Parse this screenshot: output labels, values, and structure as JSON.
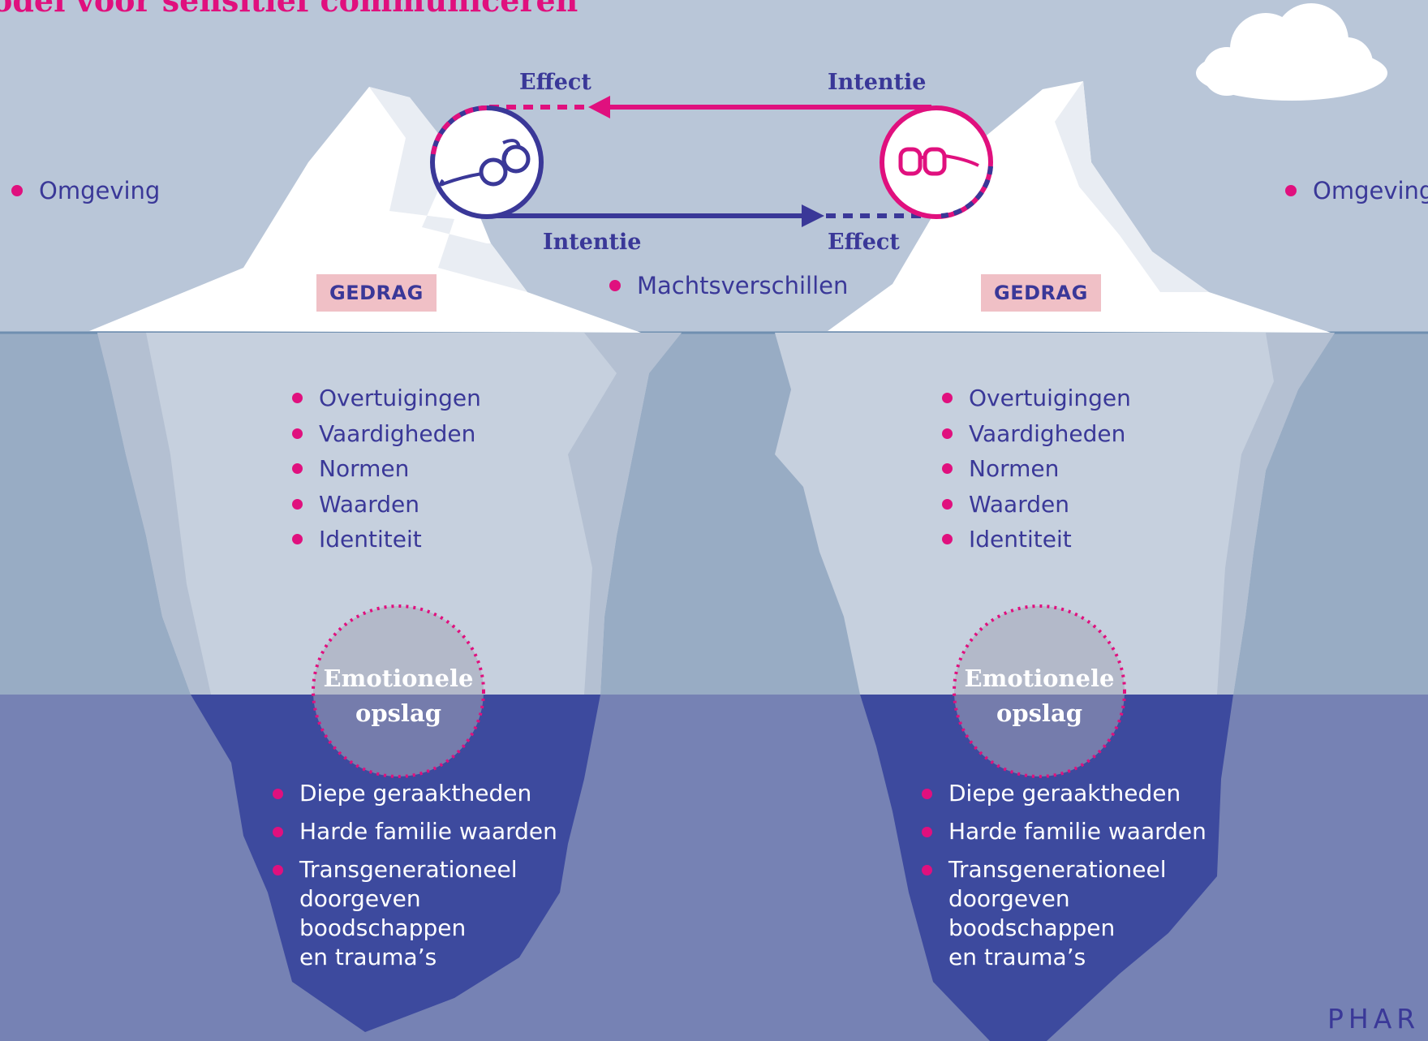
{
  "title": "odel voor sensitief communiceren",
  "arrows": {
    "top_left_label": "Effect",
    "top_right_label": "Intentie",
    "bottom_left_label": "Intentie",
    "bottom_right_label": "Effect"
  },
  "environment": {
    "left": "Omgeving",
    "right": "Omgeving"
  },
  "power": "Machtsverschillen",
  "left": {
    "behavior": "GEDRAG",
    "middle": [
      "Overtuigingen",
      "Vaardigheden",
      "Normen",
      "Waarden",
      "Identiteit"
    ],
    "emotion": [
      "Emotionele",
      "opslag"
    ],
    "deep": [
      "Diepe geraaktheden",
      "Harde familie waarden",
      "Transgenerationeel\ndoorgeven\nboodschappen\nen trauma’s"
    ]
  },
  "right": {
    "behavior": "GEDRAG",
    "middle": [
      "Overtuigingen",
      "Vaardigheden",
      "Normen",
      "Waarden",
      "Identiteit"
    ],
    "emotion": [
      "Emotionele",
      "opslag"
    ],
    "deep": [
      "Diepe geraaktheden",
      "Harde familie waarden",
      "Transgenerationeel\ndoorgeven\nboodschappen\nen trauma’s"
    ]
  },
  "logo": "PHAR",
  "colors": {
    "sky": "#b9c6d8",
    "water": "#98acc4",
    "deep_water": "#7682b4",
    "ice": "#ffffff",
    "ice_underwater": "#c6d0de",
    "ice_deep": "#3d4a9e",
    "accent": "#e0107e",
    "navy": "#3a3898",
    "tag": "#f0c0c6"
  },
  "icons": {
    "left_perspective": "round-glasses-icon",
    "right_perspective": "square-glasses-icon",
    "weather": "cloud-icon"
  }
}
